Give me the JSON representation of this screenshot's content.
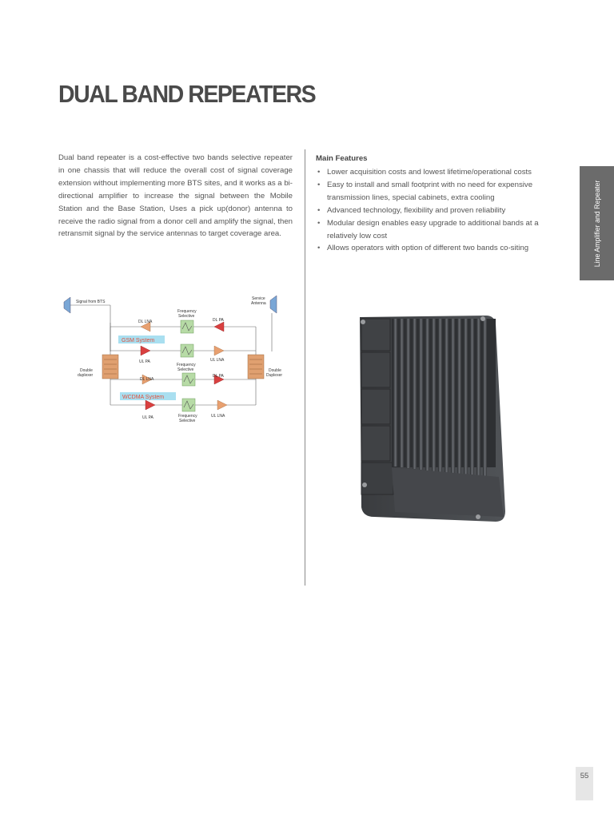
{
  "page": {
    "title": "DUAL BAND REPEATERS",
    "intro": "Dual band repeater is a cost-effective two bands selective repeater in one chassis that will reduce the overall cost of signal coverage extension without  implementing more BTS sites, and it works as a bi-directional amplifier to increase the signal between the Mobile Station and the Base Station, Uses a pick up(donor) antenna to receive the radio signal from a donor cell and amplify the signal, then retransmit signal by the service antennas to target coverage area.",
    "side_tab": "Line Amplifier and Repeater",
    "page_number": "55"
  },
  "features": {
    "heading": "Main Features",
    "items": [
      "Lower acquisition costs and lowest lifetime/operational costs",
      "Easy to install and small footprint with no need for expensive transmission lines, special cabinets, extra cooling",
      "Advanced technology, flexibility and proven reliability",
      "Modular design enables easy upgrade to additional bands at a relatively low cost",
      "Allows operators with option of different two bands co-siting"
    ]
  },
  "diagram": {
    "signal_from_bts": "Signal from BTS",
    "service_antenna_1": "Service",
    "service_antenna_2": "Antenna",
    "gsm_system": "GSM System",
    "wcdma_system": "WCDMA System",
    "left_duplexer_1": "Double",
    "left_duplexer_2": "duplexer",
    "right_duplexer_1": "Double",
    "right_duplexer_2": "Duplexer",
    "freq_sel_1": "Frequency",
    "freq_sel_2": "Selective",
    "dl_lna": "DL LNA",
    "dl_pa": "DL PA",
    "ul_pa": "UL PA",
    "ul_lna": "UL LNA"
  },
  "colors": {
    "system_band": "#a9dff0",
    "system_text": "#e0503c",
    "filter_fill": "#b7dba6",
    "amp_orange": "#e8a070",
    "amp_red": "#d94040",
    "duplexer": "#e0a070",
    "antenna": "#7aa7d6"
  }
}
